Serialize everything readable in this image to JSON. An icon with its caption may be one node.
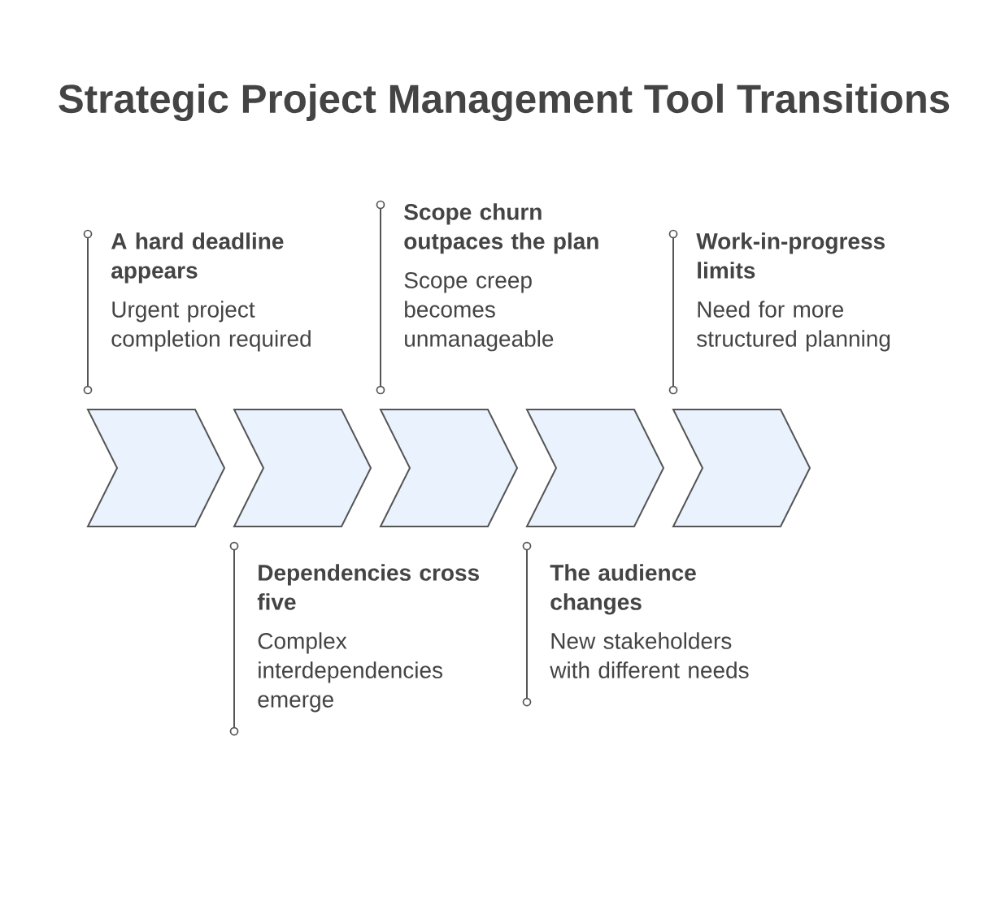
{
  "diagram": {
    "title": "Strategic Project Management Tool Transitions",
    "nodes": [
      {
        "text": [],
        "shape": "chevron"
      },
      {
        "text": [],
        "shape": "chevron"
      },
      {
        "text": [],
        "shape": "chevron"
      },
      {
        "text": [],
        "shape": "chevron"
      },
      {
        "text": [],
        "shape": "chevron"
      },
      {
        "text": [
          "A hard deadline appears",
          "Urgent project completion required"
        ]
      },
      {
        "text": [
          "Dependencies cross five",
          "Complex interdependencies emerge"
        ]
      },
      {
        "text": [
          "Scope churn outpaces the plan",
          "Scope creep becomes unmanageable"
        ]
      },
      {
        "text": [
          "The audience changes",
          "New stakeholders with different needs"
        ]
      },
      {
        "text": [
          "Work-in-progress limits",
          "Need for more structured planning"
        ]
      }
    ]
  }
}
